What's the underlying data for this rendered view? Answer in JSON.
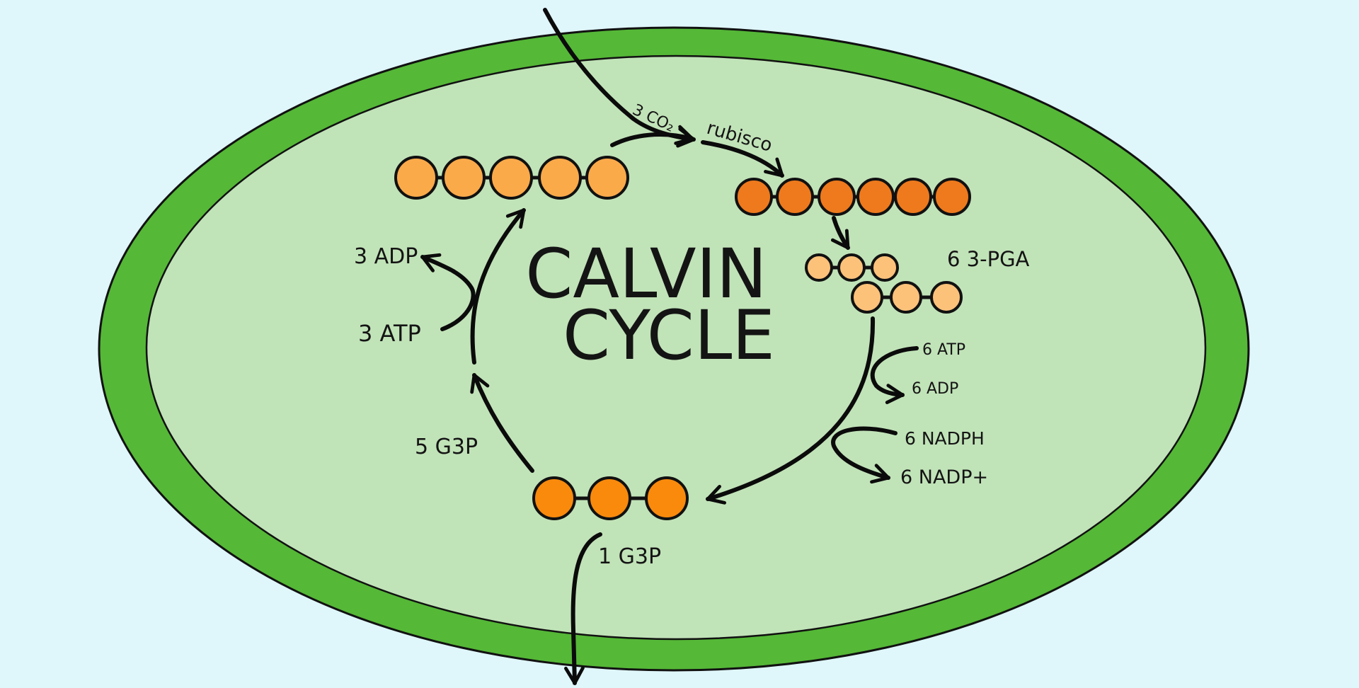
{
  "title": {
    "line1": "CALVIN",
    "line2": "CYCLE"
  },
  "labels": {
    "co2": "3 CO₂",
    "rubisco": "rubisco",
    "pga": "6  3-PGA",
    "atp6": "6 ATP",
    "adp6": "6 ADP",
    "nadph6": "6 NADPH",
    "nadp6": "6  NADP+",
    "g3p1": "1 G3P",
    "g3p5": "5  G3P",
    "atp3": "3 ATP",
    "adp3": "3 ADP"
  },
  "colors": {
    "background": "#dff6fb",
    "outer_membrane": "#55b837",
    "stroma": "#c1e3b8",
    "rubp": "#fbaa4a",
    "six_carbon": "#ee7a1d",
    "pga": "#fcc27a",
    "g3p": "#f98a0c"
  }
}
